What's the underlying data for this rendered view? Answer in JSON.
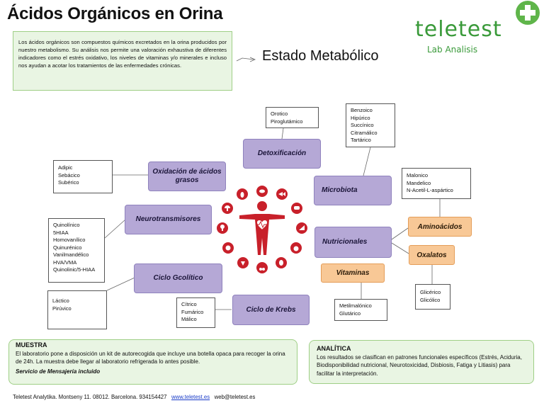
{
  "title": "Ácidos Orgánicos en Orina",
  "intro_text": "Los ácidos orgánicos son compuestos químicos excretados en la orina producidos por nuestro metabolismo. Su análisis nos permite una valoración exhaustiva de diferentes indicadores como el estrés oxidativo, los niveles de vitaminas y/o minerales e incluso nos ayudan a acotar los tratamientos de las enfermedades crónicas.",
  "state_label": "Estado Metabólico",
  "logo": {
    "name": "teletest",
    "sub": "Lab Analisis",
    "color": "#3a9a3a"
  },
  "categories": {
    "detox": "Detoxificación",
    "oxid": "Oxidación de ácidos grasos",
    "neuro": "Neurotransmisores",
    "gluco": "Ciclo Gcolítico",
    "krebs": "Ciclo de Krebs",
    "micro": "Microbiota",
    "nutri": "Nutricionales",
    "amino": "Aminoácidos",
    "oxalatos": "Oxalatos",
    "vitaminas": "Vitaminas"
  },
  "lists": {
    "detox": [
      "Orotico",
      "Piroglutámico"
    ],
    "micro": [
      "Benzoico",
      "Hipúrico",
      "Succínico",
      "Citramálico",
      "Tartárico"
    ],
    "oxid": [
      "Adipic",
      "Sebácico",
      "Subérico"
    ],
    "amino": [
      "Malonico",
      "Mandelico",
      "N-Acetil-L-aspártico"
    ],
    "neuro": [
      "Quinolínico",
      "5HIAA",
      "Homovanílico",
      "Quinurénico",
      "Vanilmandélico",
      "HVA/VMA",
      "Quinolinic/5-HIAA"
    ],
    "gluco": [
      "Láctico",
      "Pirúvico"
    ],
    "krebs": [
      "Cítrico",
      "Fumárico",
      "Málico"
    ],
    "vitaminas": [
      "Metilmalónico",
      "Glutárico"
    ],
    "oxalatos": [
      "Glicérico",
      "Glicólico"
    ]
  },
  "muestra": {
    "heading": "MUESTRA",
    "text": "El laboratorio pone a disposición un kit de autorecogida que incluye una botella opaca para recoger la orina de 24h. La muestra debe llegar al laboratorio refrigerada lo antes posible.",
    "note": "Servicio de Mensajería incluido"
  },
  "analitica": {
    "heading": "ANALÍTICA",
    "text": "Los resultados se clasifican en patrones funcionales específicos (Estrés, Aciduria, Biodisponibilidad nutricional, Neurotoxicidad, Disbiosis, Fatiga y Litiasis) para facilitar la interpretación."
  },
  "footer": {
    "address": "Teletest Analytika. Montseny 11. 08012. Barcelona. 934154427",
    "link": "www.teletest.es",
    "email": "web@teletest.es"
  },
  "colors": {
    "purple": "#b5a8d6",
    "orange": "#f8c896",
    "green_box": "#e9f5e3",
    "icon_red": "#c8202a"
  },
  "center_icons": [
    "meat-icon",
    "fish-icon",
    "bread-icon",
    "cheese-icon",
    "apple-icon",
    "avocado-icon",
    "cherry-icon",
    "strawberry-icon",
    "cabbage-icon",
    "broccoli-icon",
    "mushroom-icon",
    "pepper-icon"
  ]
}
